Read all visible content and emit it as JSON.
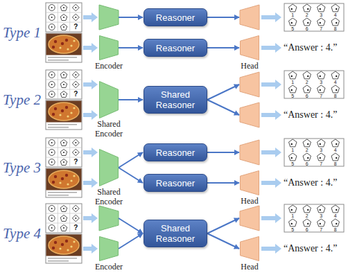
{
  "diagram": {
    "nodes": [
      {
        "text": [
          "Reasoner"
        ]
      },
      {
        "text": [
          "Encoder"
        ]
      },
      {
        "text": [
          "Reasoner"
        ]
      },
      {
        "text": [
          "Head"
        ]
      },
      {
        "text": [
          "Shared Encoder"
        ]
      },
      {
        "text": [
          "Shared Reasoner"
        ]
      },
      {
        "text": [
          "Shared Encoder"
        ]
      },
      {
        "text": [
          "Reasoner"
        ]
      },
      {
        "text": [
          "Reasoner"
        ]
      },
      {
        "text": [
          "Head"
        ]
      },
      {
        "text": [
          "Encoder"
        ]
      },
      {
        "text": [
          "Shared Reasoner"
        ]
      },
      {
        "text": [
          "Head"
        ]
      }
    ],
    "edges": [
      {
        "from": 1,
        "to": 2,
        "arrow": "to"
      },
      {
        "from": 2,
        "to": 3,
        "arrow": "to"
      },
      {
        "from": 4,
        "to": 5,
        "arrow": "to"
      },
      {
        "from": 6,
        "to": 7,
        "arrow": "to"
      },
      {
        "from": 6,
        "to": 8,
        "arrow": "to"
      },
      {
        "from": 8,
        "to": 9,
        "arrow": "to"
      },
      {
        "from": 10,
        "to": 11,
        "arrow": "to"
      },
      {
        "from": 11,
        "to": 12,
        "arrow": "to"
      }
    ],
    "labels": [
      "Type 1",
      "?",
      "1",
      "2",
      "3",
      "4",
      "5",
      "6",
      "7",
      "8",
      "“Answer : 4.”",
      "Type 2",
      "?",
      "1",
      "2",
      "3",
      "4",
      "5",
      "6",
      "7",
      "8",
      "“Answer : 4.”",
      "Type 3",
      "?",
      "1",
      "2",
      "3",
      "4",
      "5",
      "6",
      "7",
      "8",
      "“Answer : 4.”",
      "Type 4",
      "?",
      "1",
      "2",
      "3",
      "4",
      "5",
      "6",
      "7",
      "8",
      "“Answer : 4.”"
    ]
  }
}
